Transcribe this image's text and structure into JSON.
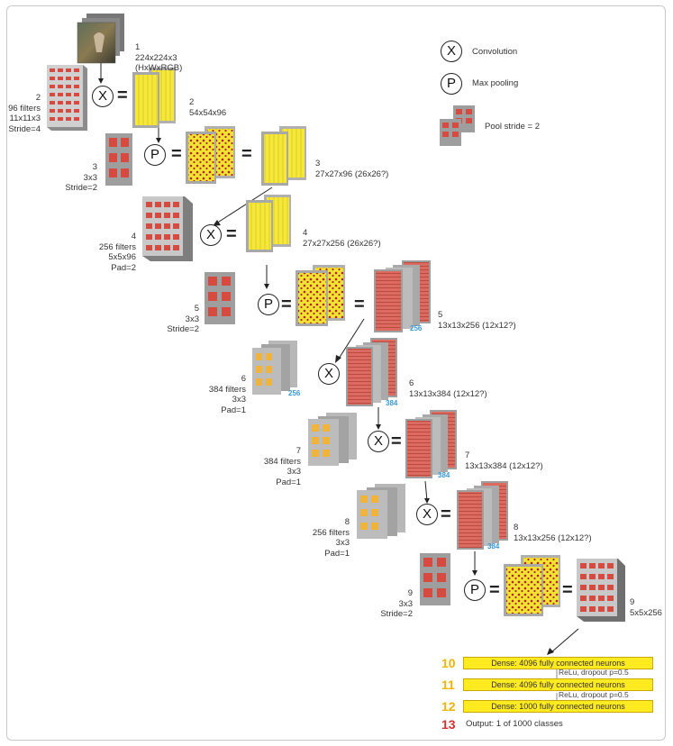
{
  "layers": [
    {
      "num": "1",
      "lines": [
        "224x224x3",
        "(HxWxRGB)"
      ]
    },
    {
      "num": "2",
      "lines": [
        "54x54x96"
      ]
    },
    {
      "num": "3",
      "lines": [
        "27x27x96 (26x26?)"
      ]
    },
    {
      "num": "4",
      "lines": [
        "27x27x256 (26x26?)"
      ]
    },
    {
      "num": "5",
      "lines": [
        "13x13x256 (12x12?)"
      ]
    },
    {
      "num": "6",
      "lines": [
        "13x13x384 (12x12?)"
      ]
    },
    {
      "num": "7",
      "lines": [
        "13x13x384 (12x12?)"
      ]
    },
    {
      "num": "8",
      "lines": [
        "13x13x256 (12x12?)"
      ]
    },
    {
      "num": "9",
      "lines": [
        "5x5x256"
      ]
    }
  ],
  "ops": [
    {
      "num": "2",
      "lines": [
        "96 filters",
        "11x11x3",
        "Stride=4"
      ]
    },
    {
      "num": "3",
      "lines": [
        "3x3",
        "Stride=2"
      ]
    },
    {
      "num": "4",
      "lines": [
        "256 filters",
        "5x5x96",
        "Pad=2"
      ]
    },
    {
      "num": "5",
      "lines": [
        "3x3",
        "Stride=2"
      ]
    },
    {
      "num": "6",
      "lines": [
        "384 filters",
        "3x3",
        "Pad=1"
      ]
    },
    {
      "num": "7",
      "lines": [
        "384 filters",
        "3x3",
        "Pad=1"
      ]
    },
    {
      "num": "8",
      "lines": [
        "256 filters",
        "3x3",
        "Pad=1"
      ]
    },
    {
      "num": "9",
      "lines": [
        "3x3",
        "Stride=2"
      ]
    }
  ],
  "legend": {
    "conv_symbol": "X",
    "conv_label": "Convolution",
    "pool_symbol": "P",
    "pool_label": "Max pooling",
    "stride_label": "Pool stride = 2"
  },
  "depth_tags": {
    "d256": "256",
    "d384": "384"
  },
  "dense": [
    {
      "num": "10",
      "text": "Dense: 4096 fully connected neurons"
    },
    {
      "num": "11",
      "text": "Dense: 4096 fully connected neurons"
    },
    {
      "num": "12",
      "text": "Dense: 1000 fully connected neurons"
    }
  ],
  "relu_note": "ReLu, dropout p=0.5",
  "output": {
    "num": "13",
    "text": "Output: 1 of 1000 classes"
  },
  "colors": {
    "yellow": "#f2e232",
    "red": "#d9534f",
    "gray": "#9e9e9e",
    "orange": "#f0b43c",
    "num_orange": "#f0b400",
    "num_red": "#d3302f"
  }
}
